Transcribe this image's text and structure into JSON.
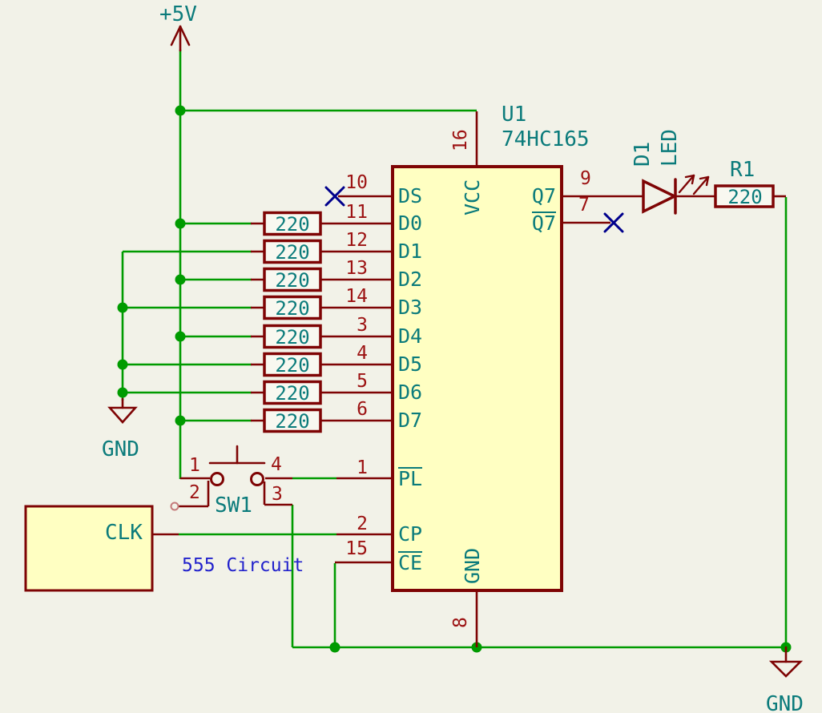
{
  "colors": {
    "background": "#F2F2E8",
    "wire": "#009B00",
    "device": "#7E0404",
    "pin_number": "#9C1212",
    "text_teal": "#0B7B7B",
    "no_connect": "#00008C",
    "note_blue": "#2222CC",
    "component_fill": "#FFFFC2",
    "resistor_fill": "#F8F8F0",
    "dangling": "#C47A7A"
  },
  "power": {
    "plus5v_label": "+5V",
    "gnd_left_label": "GND",
    "gnd_right_label": "GND"
  },
  "ic": {
    "reference": "U1",
    "value": "74HC165",
    "top_pin": {
      "number": "16",
      "name": "VCC"
    },
    "bottom_pin": {
      "number": "8",
      "name": "GND"
    },
    "left_pins": [
      {
        "number": "10",
        "name": "DS"
      },
      {
        "number": "11",
        "name": "D0"
      },
      {
        "number": "12",
        "name": "D1"
      },
      {
        "number": "13",
        "name": "D2"
      },
      {
        "number": "14",
        "name": "D3"
      },
      {
        "number": "3",
        "name": "D4"
      },
      {
        "number": "4",
        "name": "D5"
      },
      {
        "number": "5",
        "name": "D6"
      },
      {
        "number": "6",
        "name": "D7"
      },
      {
        "number": "1",
        "name": "PL"
      },
      {
        "number": "2",
        "name": "CP"
      },
      {
        "number": "15",
        "name": "CE"
      }
    ],
    "right_pins": [
      {
        "number": "9",
        "name": "Q7"
      },
      {
        "number": "7",
        "name": "Q7"
      }
    ]
  },
  "resistor_bank": {
    "values": [
      "220",
      "220",
      "220",
      "220",
      "220",
      "220",
      "220",
      "220"
    ]
  },
  "r1": {
    "reference": "R1",
    "value": "220"
  },
  "led": {
    "reference": "D1",
    "value": "LED"
  },
  "sw1": {
    "reference": "SW1",
    "pin1": "1",
    "pin2": "2",
    "pin3": "3",
    "pin4": "4"
  },
  "clock": {
    "box_label": "CLK",
    "note": "555 Circuit"
  }
}
